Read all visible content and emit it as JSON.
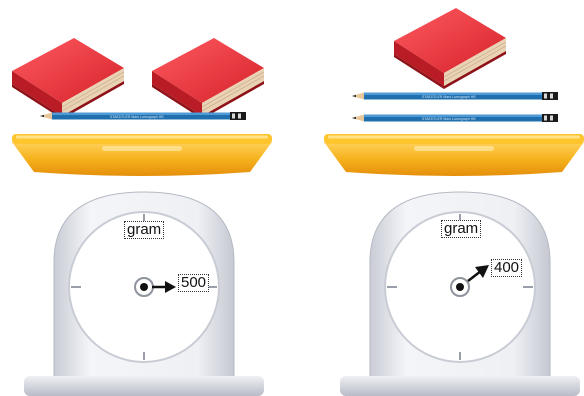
{
  "scales": [
    {
      "items": [
        "book",
        "book",
        "pencil"
      ],
      "unit_label": "gram",
      "reading_label": "500",
      "pointer_value": 500
    },
    {
      "items": [
        "book",
        "pencil",
        "pencil"
      ],
      "unit_label": "gram",
      "reading_label": "400",
      "pointer_value": 400
    }
  ],
  "colors": {
    "book_cover": "#e8313a",
    "book_pages": "#e9d3b4",
    "pencil": "#1f6fae",
    "pan": "#f5b21b",
    "scale_body": "#e6e8ee",
    "dial_face": "#ffffff"
  }
}
